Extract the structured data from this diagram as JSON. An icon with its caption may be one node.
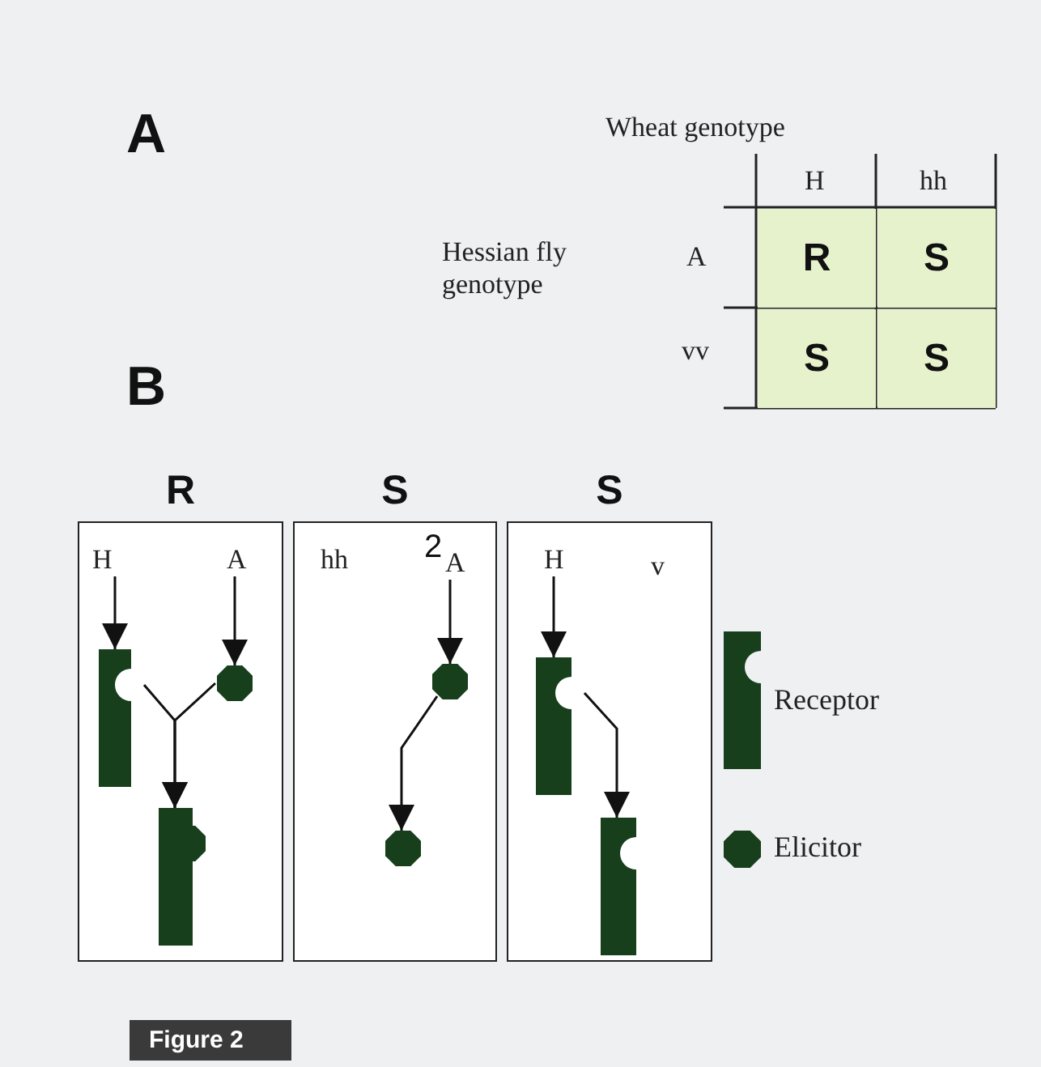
{
  "diagram": {
    "nodes": [
      {
        "text": [
          "R"
        ]
      },
      {
        "text": [
          "H"
        ],
        "in": 0
      },
      {
        "text": [
          "A"
        ],
        "in": 0
      },
      {
        "text": [],
        "shape": "bar",
        "in": 0
      },
      {
        "text": [],
        "shape": "octagon",
        "in": 0
      },
      {
        "text": [],
        "shape": "bar",
        "in": 0
      },
      {
        "text": [],
        "shape": "octagon",
        "in": 0
      },
      {
        "text": [
          "S"
        ]
      },
      {
        "text": [
          "hh"
        ],
        "in": 7
      },
      {
        "text": [
          "A"
        ],
        "in": 7
      },
      {
        "text": [],
        "shape": "octagon",
        "in": 7
      },
      {
        "text": [],
        "shape": "octagon",
        "in": 7
      },
      {
        "text": [
          "S"
        ]
      },
      {
        "text": [
          "H"
        ],
        "in": 12
      },
      {
        "text": [
          "v"
        ],
        "in": 12
      },
      {
        "text": [],
        "shape": "bar",
        "in": 12
      },
      {
        "text": [],
        "shape": "bar",
        "in": 12
      }
    ],
    "edges": [
      {
        "from": 1,
        "to": 3,
        "arrow": "to"
      },
      {
        "from": 2,
        "to": 4,
        "arrow": "to"
      },
      {
        "from": 3,
        "to": 5,
        "arrow": "to"
      },
      {
        "from": 4,
        "to": 5,
        "arrow": "to"
      },
      {
        "from": 9,
        "to": 10,
        "arrow": "to"
      },
      {
        "from": 10,
        "to": 11,
        "arrow": "to"
      },
      {
        "from": 13,
        "to": 15,
        "arrow": "to"
      },
      {
        "from": 15,
        "to": 16,
        "arrow": "to"
      }
    ],
    "labels": [
      "A",
      "Wheat genotype",
      "H",
      "hh",
      "Hessian fly genotype",
      "A",
      "R",
      "S",
      "vv",
      "S",
      "S",
      "B",
      "2",
      "Figure 2"
    ],
    "legend": [
      {
        "text": "Receptor"
      },
      {
        "text": "Elicitor"
      }
    ]
  }
}
